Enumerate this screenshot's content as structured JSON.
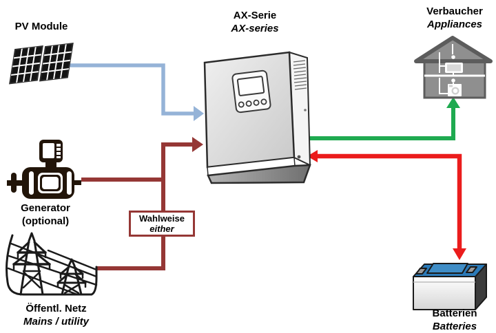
{
  "nodes": {
    "pv_module": {
      "label": "PV Module"
    },
    "inverter": {
      "title": "AX-Serie",
      "subtitle": "AX-series"
    },
    "appliances": {
      "title": "Verbaucher",
      "subtitle": "Appliances"
    },
    "generator": {
      "title": "Generator",
      "subtitle": "(optional)"
    },
    "mains": {
      "title": "Öffentl. Netz",
      "subtitle": "Mains / utility"
    },
    "batteries": {
      "title": "Batterien",
      "subtitle": "Batteries"
    },
    "either_box": {
      "title": "Wahlweise",
      "subtitle": "either"
    }
  },
  "colors": {
    "pv_flow": "#95B3D7",
    "ac_in_flow": "#953735",
    "ac_out_flow": "#1FAA50",
    "battery_flow": "#EB1C1C",
    "either_border": "#953735"
  }
}
